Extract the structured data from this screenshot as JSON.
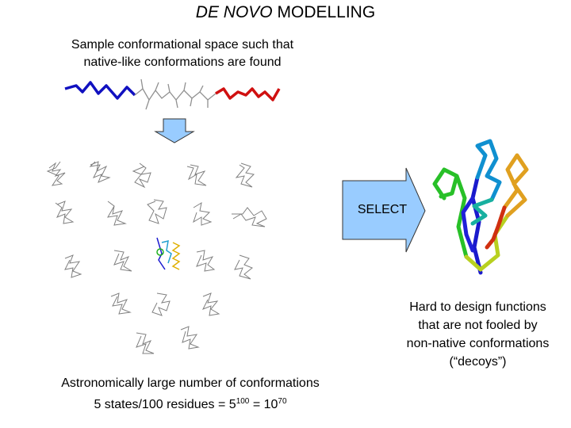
{
  "title": {
    "italic": "DE NOVO",
    "rest": " MODELLING"
  },
  "subtitle": {
    "line1": "Sample conformational space such that",
    "line2": "native-like conformations are found"
  },
  "select_arrow": {
    "label": "SELECT",
    "color": "#99ccff"
  },
  "down_arrow": {
    "color": "#99ccff"
  },
  "hard_text": {
    "line1": "Hard to design functions",
    "line2": "that are not fooled by",
    "line3": "non-native conformations",
    "line4": "(“decoys”)"
  },
  "astro_text": {
    "line1": "Astronomically large number of conformations",
    "line2_prefix": "5 states/100 residues = 5",
    "exp1": "100",
    "mid": " = 10",
    "exp2": "70"
  },
  "colors": {
    "blue_segment": "#1010c0",
    "red_segment": "#d01010",
    "decoy_gray": "#808080"
  }
}
